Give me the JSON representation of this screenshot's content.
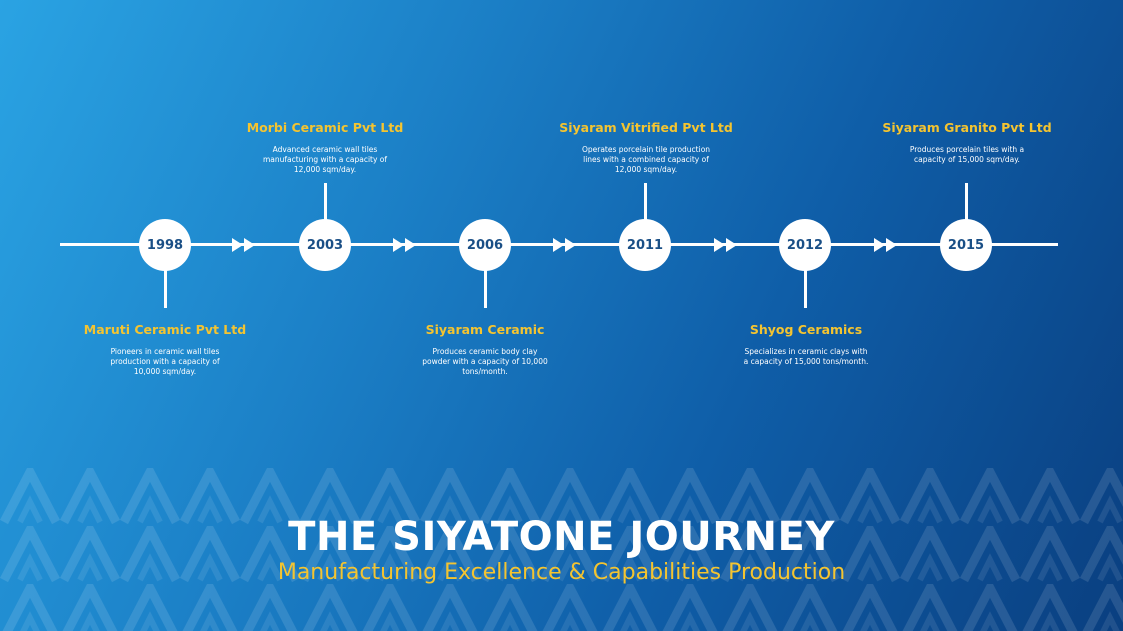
{
  "title": "THE SIYATONE JOURNEY",
  "subtitle": "Manufacturing Excellence & Capabilities Production",
  "colors": {
    "accent": "#f4c430",
    "node_text": "#1a4f86",
    "line": "#ffffff"
  },
  "milestones": [
    {
      "year": "1998",
      "company": "Maruti Ceramic Pvt Ltd",
      "description": "Pioneers in ceramic wall tiles production with a capacity of 10,000 sqm/day."
    },
    {
      "year": "2003",
      "company": "Morbi Ceramic Pvt Ltd",
      "description": "Advanced ceramic wall tiles manufacturing with a capacity of 12,000 sqm/day."
    },
    {
      "year": "2006",
      "company": "Siyaram Ceramic",
      "description": "Produces ceramic body clay powder with a capacity of 10,000 tons/month."
    },
    {
      "year": "2011",
      "company": "Siyaram Vitrified Pvt Ltd",
      "description": "Operates porcelain tile production lines with a combined capacity of 12,000 sqm/day."
    },
    {
      "year": "2012",
      "company": "Shyog Ceramics",
      "description": "Specializes in ceramic clays with a capacity of 15,000 tons/month."
    },
    {
      "year": "2015",
      "company": "Siyaram Granito Pvt Ltd",
      "description": "Produces porcelain tiles with a capacity of 15,000 sqm/day."
    }
  ]
}
